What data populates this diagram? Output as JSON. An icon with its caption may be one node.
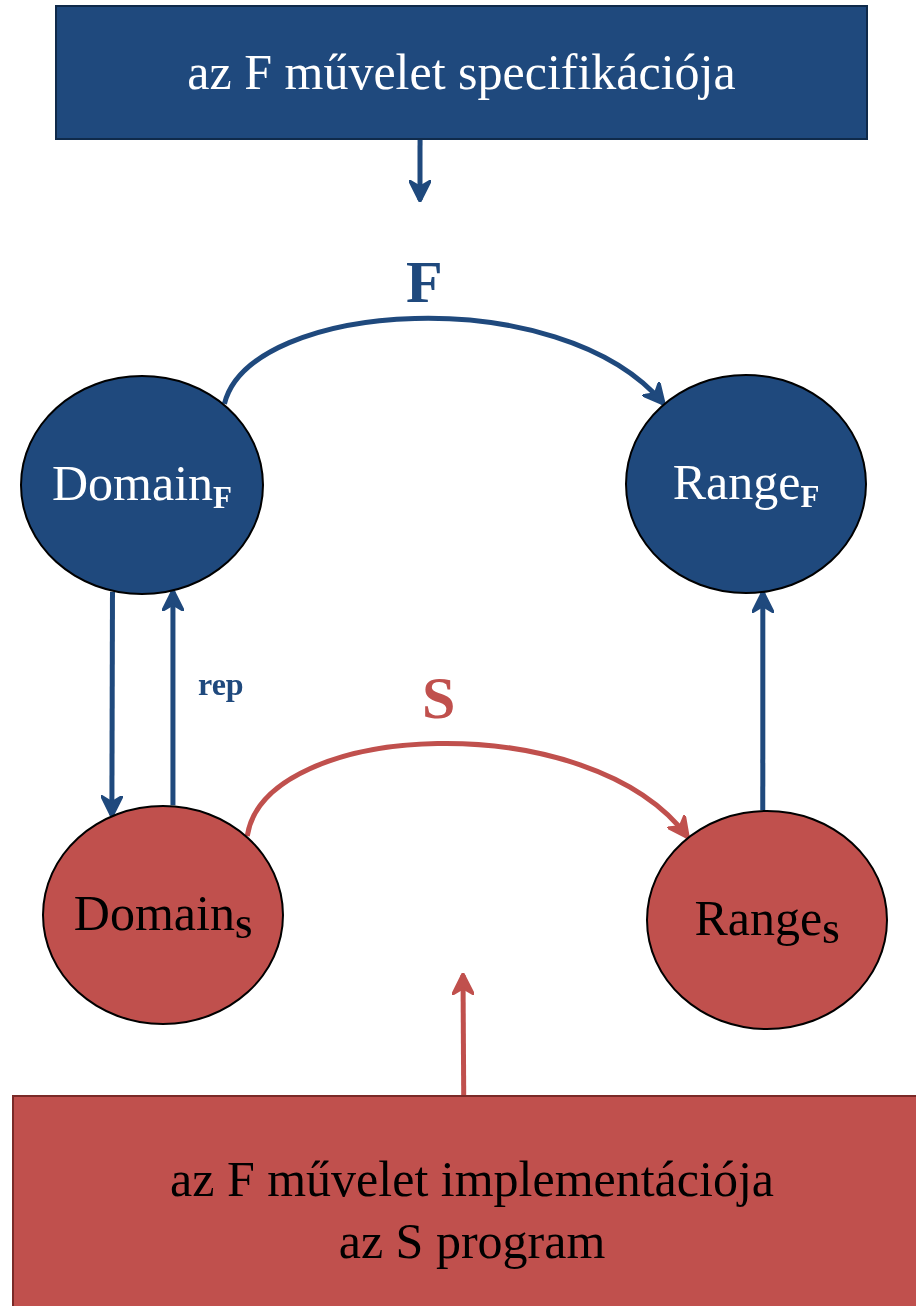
{
  "diagram": {
    "nodes": [
      {
        "text": [
          "az F művelet specifikációja"
        ]
      },
      {
        "text": [
          "Domain$_{F}$"
        ]
      },
      {
        "text": [
          "Range$_{F}$"
        ]
      },
      {
        "text": [
          "Domain$_{S}$"
        ]
      },
      {
        "text": [
          "Range$_{S}$"
        ]
      },
      {
        "text": [
          "az F művelet implementációja az S program"
        ]
      }
    ],
    "edges": [
      {
        "from": 0,
        "to": null,
        "arrow": "to"
      },
      {
        "from": 1,
        "to": 2,
        "arrow": "to",
        "label": "F"
      },
      {
        "from": 1,
        "to": 3,
        "arrow": "to"
      },
      {
        "from": 3,
        "to": 1,
        "arrow": "to",
        "label": "rep"
      },
      {
        "from": 3,
        "to": 4,
        "arrow": "to",
        "label": "S",
        "color": "#c0504d"
      },
      {
        "from": 4,
        "to": 2,
        "arrow": "to"
      },
      {
        "from": 5,
        "to": null,
        "arrow": "to",
        "color": "#c0504d"
      }
    ]
  }
}
